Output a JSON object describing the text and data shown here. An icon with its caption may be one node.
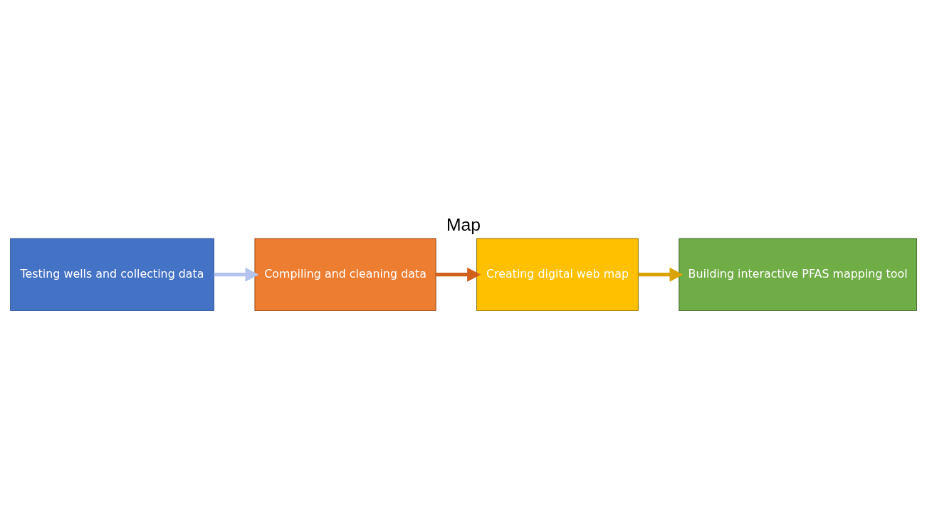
{
  "diagram": {
    "title": "Map",
    "nodes": [
      {
        "text": [
          "Testing wells and collecting data"
        ]
      },
      {
        "text": [
          "Compiling and cleaning data"
        ]
      },
      {
        "text": [
          "Creating digital web map"
        ]
      },
      {
        "text": [
          "Building interactive PFAS mapping tool"
        ]
      }
    ],
    "edges": [
      {
        "from": 0,
        "to": 1,
        "arrow": "to",
        "color": "#b4c3ee"
      },
      {
        "from": 1,
        "to": 2,
        "arrow": "to",
        "color": "#d0601c"
      },
      {
        "from": 2,
        "to": 3,
        "arrow": "to",
        "color": "#d9a400"
      }
    ]
  }
}
